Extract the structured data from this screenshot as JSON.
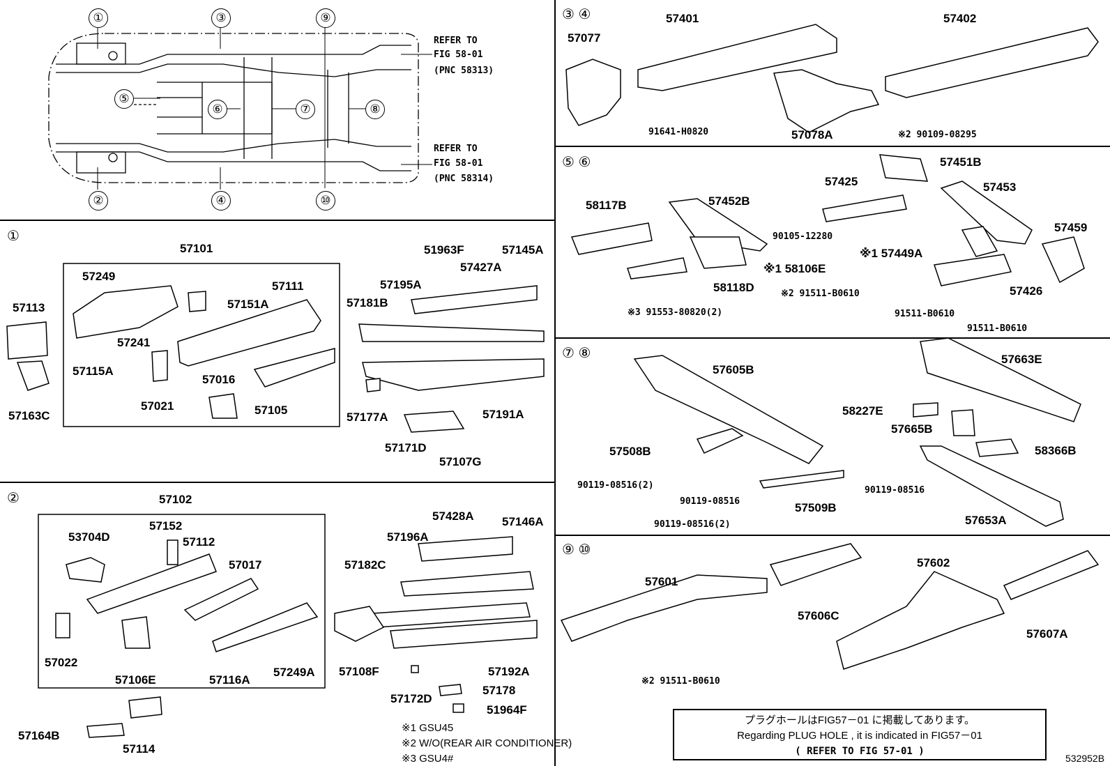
{
  "overview": {
    "refer_top": [
      "REFER TO",
      "FIG 58-01",
      "(PNC 58313)"
    ],
    "refer_bottom": [
      "REFER TO",
      "FIG 58-01",
      "(PNC 58314)"
    ],
    "markers": [
      "①",
      "②",
      "③",
      "④",
      "⑤",
      "⑥",
      "⑦",
      "⑧",
      "⑨",
      "⑩"
    ]
  },
  "sections": {
    "s1": {
      "id": "①",
      "group_label": "57101",
      "parts": [
        "57249",
        "57111",
        "57151A",
        "57241",
        "57115A",
        "57016",
        "57021",
        "57105",
        "57113",
        "57163C",
        "51963F",
        "57145A",
        "57195A",
        "57427A",
        "57181B",
        "57177A",
        "57191A",
        "57171D",
        "57107G"
      ]
    },
    "s2": {
      "id": "②",
      "group_label": "57102",
      "parts": [
        "57152",
        "57112",
        "53704D",
        "57017",
        "57022",
        "57106E",
        "57116A",
        "57249A",
        "57164B",
        "57114",
        "57428A",
        "57146A",
        "57196A",
        "57182C",
        "57108F",
        "57192A",
        "57178",
        "57172D",
        "51964F"
      ]
    },
    "s34": {
      "id": "③ ④",
      "parts": [
        "57077",
        "57401",
        "57402",
        "91641-H0820",
        "57078A",
        "※2 90109-08295"
      ]
    },
    "s56": {
      "id": "⑤ ⑥",
      "parts": [
        "57451B",
        "57425",
        "57453",
        "58117B",
        "57452B",
        "57459",
        "90105-12280",
        "※1 57449A",
        "※1 58106E",
        "58118D",
        "※2 91511-B0610",
        "57426",
        "※3 91553-80820(2)",
        "91511-B0610",
        "91511-B0610"
      ]
    },
    "s78": {
      "id": "⑦ ⑧",
      "parts": [
        "57605B",
        "57663E",
        "58227E",
        "57665B",
        "57508B",
        "58366B",
        "90119-08516(2)",
        "90119-08516",
        "90119-08516",
        "57509B",
        "57653A",
        "90119-08516(2)"
      ]
    },
    "s910": {
      "id": "⑨ ⑩",
      "parts": [
        "57601",
        "57606C",
        "57602",
        "57607A",
        "※2 91511-B0610"
      ]
    }
  },
  "footnotes": [
    "※1 GSU45",
    "※2 W/O(REAR AIR CONDITIONER)",
    "※3 GSU4#"
  ],
  "plug_note": [
    "プラグホールはFIG57－01 に掲載してあります。",
    "Regarding PLUG HOLE , it is indicated in FIG57－01",
    "(  REFER TO FIG 57-01 )"
  ],
  "figure_id": "532952B"
}
